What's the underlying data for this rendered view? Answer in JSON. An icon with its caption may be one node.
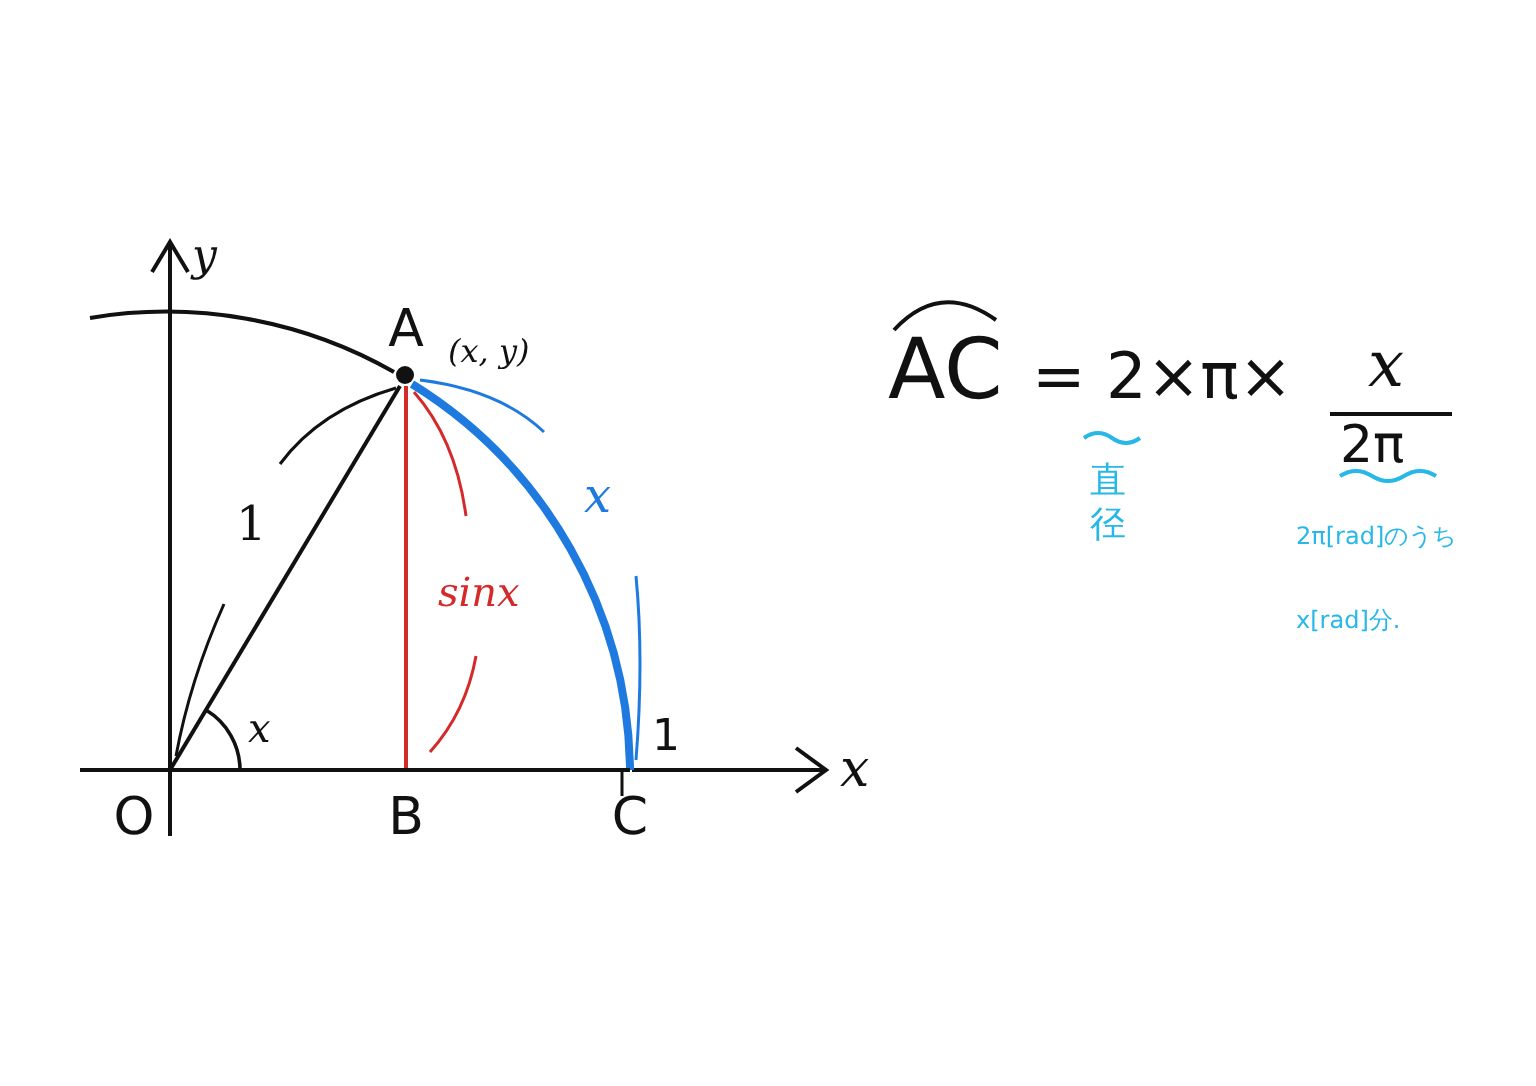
{
  "diagram": {
    "nodes": [
      {
        "text": [
          "O"
        ]
      },
      {
        "text": [
          "A"
        ]
      },
      {
        "text": [
          "B"
        ]
      },
      {
        "text": [
          "C"
        ]
      }
    ],
    "edges": [
      {
        "from": 0,
        "to": 1,
        "arrow": "none",
        "label": "1"
      },
      {
        "from": 1,
        "to": 2,
        "arrow": "none",
        "label": "sinx",
        "color": "#d42a2a"
      },
      {
        "from": 1,
        "to": 3,
        "arrow": "none",
        "label": "x",
        "style": "thick",
        "color": "#1f7ae0"
      },
      {
        "from": 0,
        "to": 3,
        "arrow": "none"
      }
    ],
    "labels": [
      "y",
      "(x, y)",
      "x",
      "1",
      "x",
      "AC",
      "= 2×π×",
      "x",
      "2π",
      "直径",
      "2π[rad]のうち",
      "x[rad]分."
    ]
  }
}
